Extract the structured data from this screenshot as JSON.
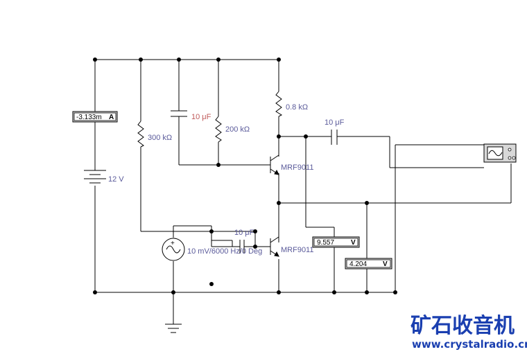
{
  "components": {
    "ammeter_reading": "-3.133m",
    "ammeter_unit": "A",
    "battery_label": "12 V",
    "r1_label": "300 kΩ",
    "c1_label": "10 μF",
    "r2_label": "200 kΩ",
    "rc_label": "0.8 kΩ",
    "c_out_label": "10 μF",
    "q1_label": "MRF9011",
    "q2_label": "MRF9011",
    "c_in_label": "10 μF",
    "source_label": "10 mV/6000 Hz/0 Deg",
    "voltmeter1_reading": "9.557",
    "voltmeter1_unit": "V",
    "voltmeter2_reading": "4.204",
    "voltmeter2_unit": "V"
  },
  "watermark": {
    "title": "矿石收音机",
    "url": "www.crystalradio.cn"
  },
  "colors": {
    "wire": "#000000",
    "label": "#5a5a9a",
    "capacitor_label": "#c05a5a",
    "watermark": "#1a3fb0"
  }
}
